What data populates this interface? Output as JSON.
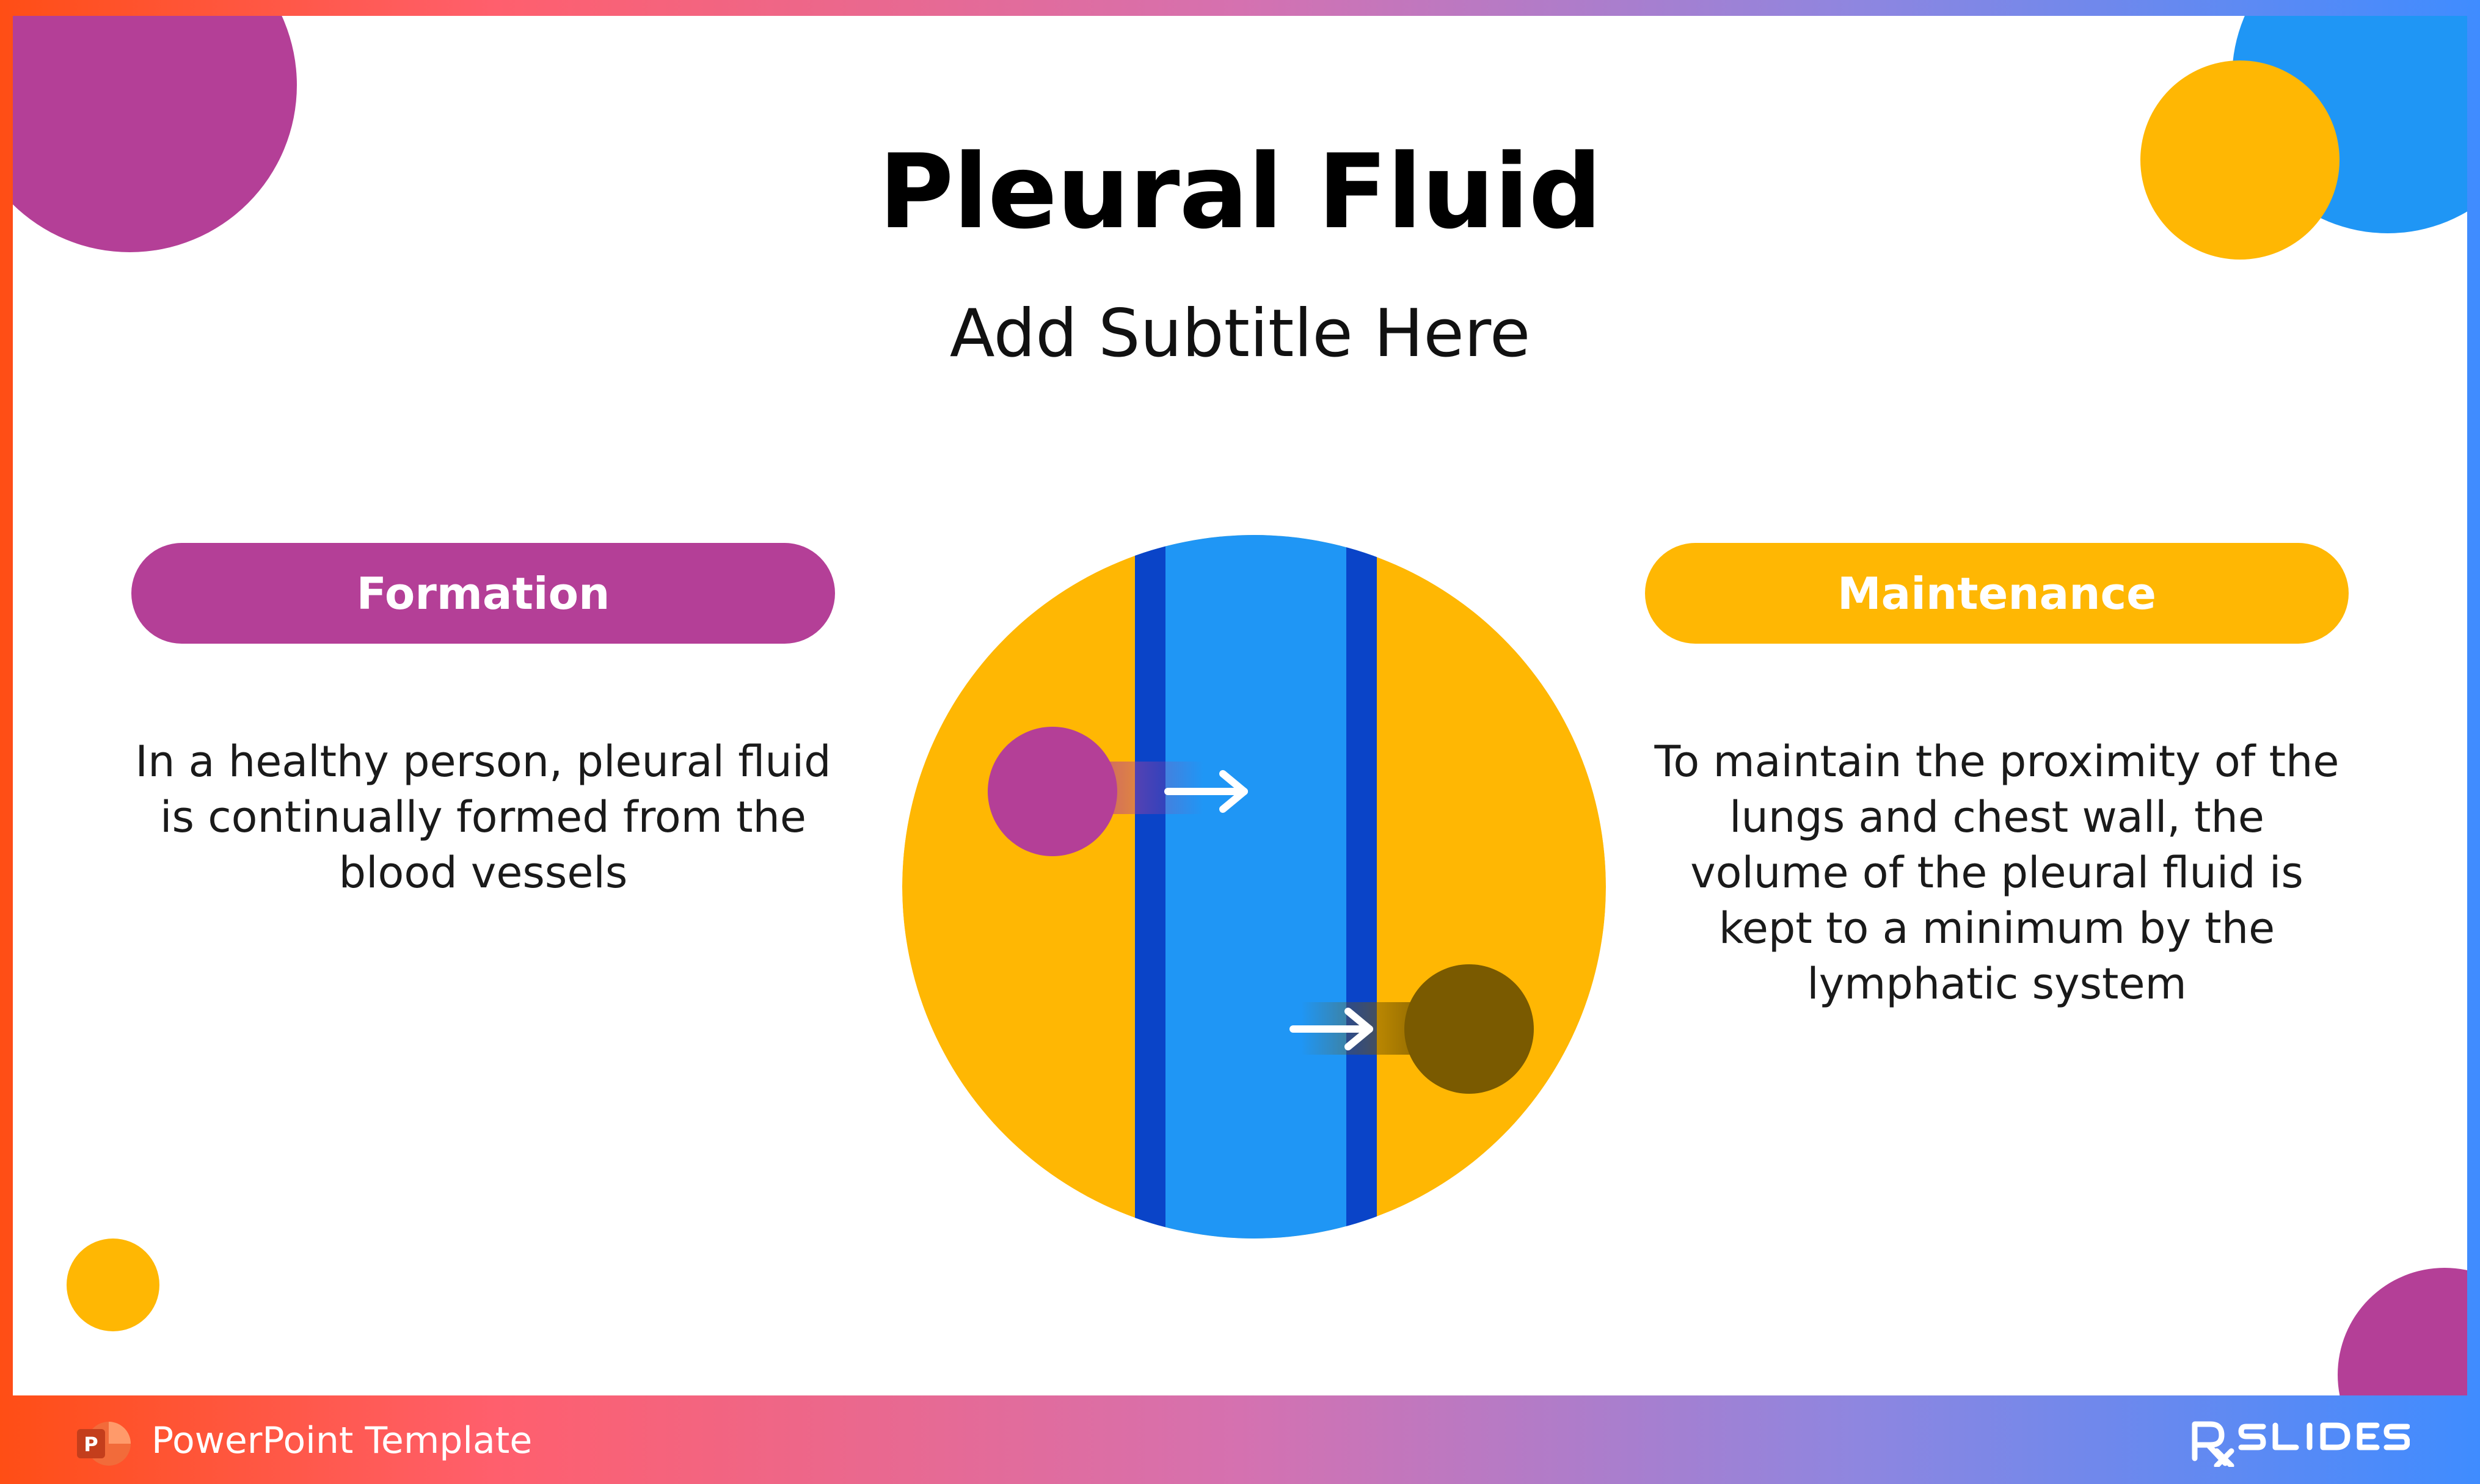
{
  "slide": {
    "title": "Pleural Fluid",
    "subtitle": "Add Subtitle Here"
  },
  "left_panel": {
    "heading": "Formation",
    "text": "In a healthy person, pleural fluid is continually formed from the blood vessels",
    "color": "#b43f97"
  },
  "right_panel": {
    "heading": "Maintenance",
    "text": "To maintain the proximity of the lungs and chest wall, the volume of the pleural fluid is kept to a minimum by the lymphatic system",
    "color": "#ffb703"
  },
  "diagram": {
    "outer_color": "#ffb703",
    "channel_color": "#1f96f5",
    "membrane_color": "#0a44c8",
    "inflow_dot_color": "#b43f97",
    "outflow_dot_color": "#7a5a00",
    "icons": [
      "arrow-right-icon",
      "arrow-right-icon"
    ]
  },
  "footer": {
    "label": "PowerPoint Template",
    "app_icon": "powerpoint-icon",
    "app_icon_letter": "P",
    "brand_logo": "rx-slides-logo"
  },
  "theme": {
    "purple": "#b43f97",
    "yellow": "#ffb703",
    "blue": "#1f96f5"
  }
}
